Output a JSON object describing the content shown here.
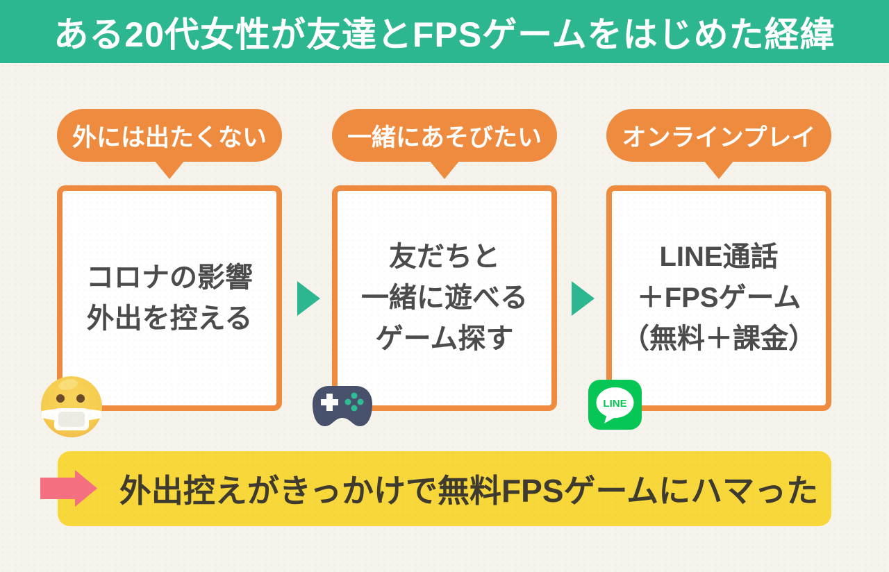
{
  "header": {
    "title": "ある20代女性が友達とFPSゲームをはじめた経緯"
  },
  "steps": [
    {
      "bubble": "外には出たくない",
      "lines": [
        "コロナの影響",
        "外出を控える"
      ],
      "icon": "mask-face-icon"
    },
    {
      "bubble": "一緒にあそびたい",
      "lines": [
        "友だちと",
        "一緒に遊べる",
        "ゲーム探す"
      ],
      "icon": "game-controller-icon"
    },
    {
      "bubble": "オンラインプレイ",
      "lines": [
        "LINE通話",
        "＋FPSゲーム",
        "（無料＋課金）"
      ],
      "icon": "line-app-icon"
    }
  ],
  "icons": {
    "line_label": "LINE"
  },
  "conclusion": {
    "text": "外出控えがきっかけで無料FPSゲームにハマった"
  },
  "colors": {
    "header_green": "#2CB790",
    "background_cream": "#F5F3EC",
    "accent_orange": "#EE8B3E",
    "box_white": "#FFFFFF",
    "text_dark": "#4B4B4B",
    "banner_yellow": "#F8D73A",
    "banner_text": "#3E3A2F",
    "banner_arrow_pink": "#F46F80",
    "flow_arrow_teal": "#2CB790",
    "controller_navy": "#47516B",
    "controller_dots_teal": "#2EBD92",
    "face_yellow": "#F6CC4E",
    "line_green": "#06C755"
  }
}
